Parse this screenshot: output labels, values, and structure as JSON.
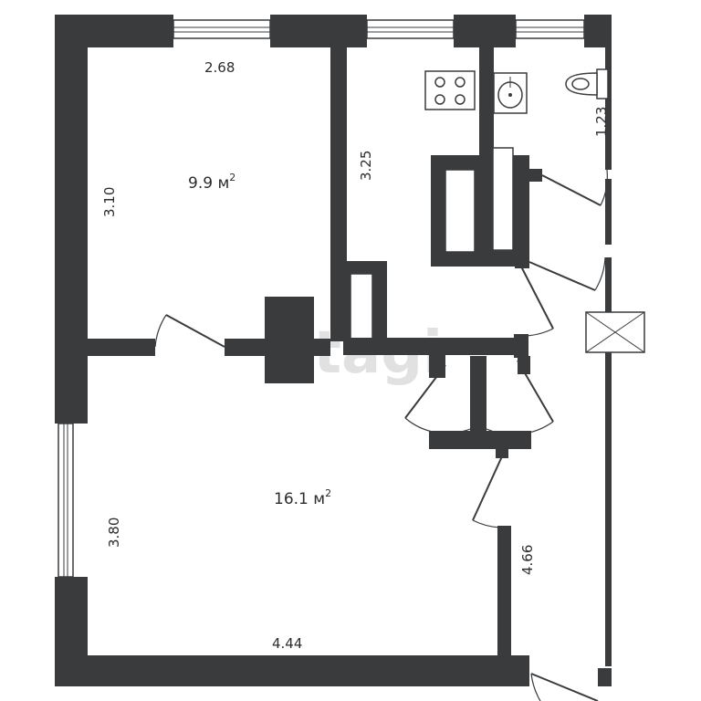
{
  "watermark": "etagi",
  "rooms": {
    "bedroom": {
      "area_value": "9.9 м",
      "area_sup": "2",
      "dim_top": "2.68",
      "dim_side": "3.10"
    },
    "kitchen": {
      "dim_side": "3.25"
    },
    "bathroom": {
      "dim_side": "1.23"
    },
    "living_room": {
      "area_value": "16.1 м",
      "area_sup": "2",
      "dim_side": "3.80",
      "dim_bottom": "4.44"
    },
    "hallway": {
      "dim_side": "4.66"
    }
  },
  "fixtures": [
    "stove-icon",
    "sink-icon",
    "toilet-icon",
    "ventilation-shaft-icon"
  ]
}
